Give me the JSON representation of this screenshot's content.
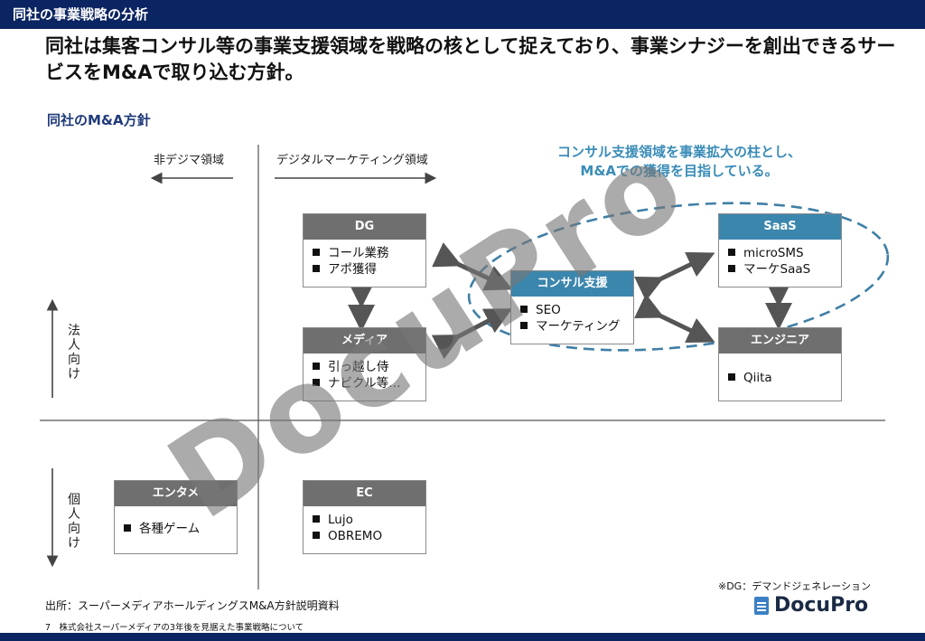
{
  "header": {
    "title": "同社の事業戦略の分析"
  },
  "headline": "同社は集客コンサル等の事業支援領域を戦略の核として捉えており、事業シナジーを創出できるサービスをM&Aで取り込む方針。",
  "section_title": "同社のM&A方針",
  "axes": {
    "left_label": "非デジマ領域",
    "right_label": "デジタルマーケティング領域",
    "top_label": "法人向け",
    "bottom_label": "個人向け"
  },
  "callout": {
    "line1": "コンサル支援領域を事業拡大の柱とし、",
    "line2": "M&Aでの獲得を目指している。"
  },
  "boxes": {
    "dg": {
      "title": "DG",
      "items": [
        "コール業務",
        "アポ獲得"
      ]
    },
    "media": {
      "title": "メディア",
      "items": [
        "引っ越し侍",
        "ナビクル等…"
      ]
    },
    "consul": {
      "title": "コンサル支援",
      "items": [
        "SEO",
        "マーケティング"
      ]
    },
    "saas": {
      "title": "SaaS",
      "items": [
        "microSMS",
        "マーケSaaS"
      ]
    },
    "engineer": {
      "title": "エンジニア",
      "items": [
        "Qiita"
      ]
    },
    "entame": {
      "title": "エンタメ",
      "items": [
        "各種ゲーム"
      ]
    },
    "ec": {
      "title": "EC",
      "items": [
        "Lujo",
        "OBREMO"
      ]
    }
  },
  "colors": {
    "navy": "#0b2462",
    "box_header_gray": "#6f6f6f",
    "box_header_blue": "#3b86ad",
    "callout_blue": "#3a8cb8",
    "ellipse_blue": "#3f7fa6",
    "arrow_gray": "#555555"
  },
  "footnote": "※DG：デマンドジェネレーション",
  "source": "出所：スーパーメディアホールディングスM&A方針説明資料",
  "page_line": "7　株式会社スーパーメディアの3年後を見据えた事業戦略について",
  "logo_text": "DocuPro",
  "watermark": "DocuPro"
}
